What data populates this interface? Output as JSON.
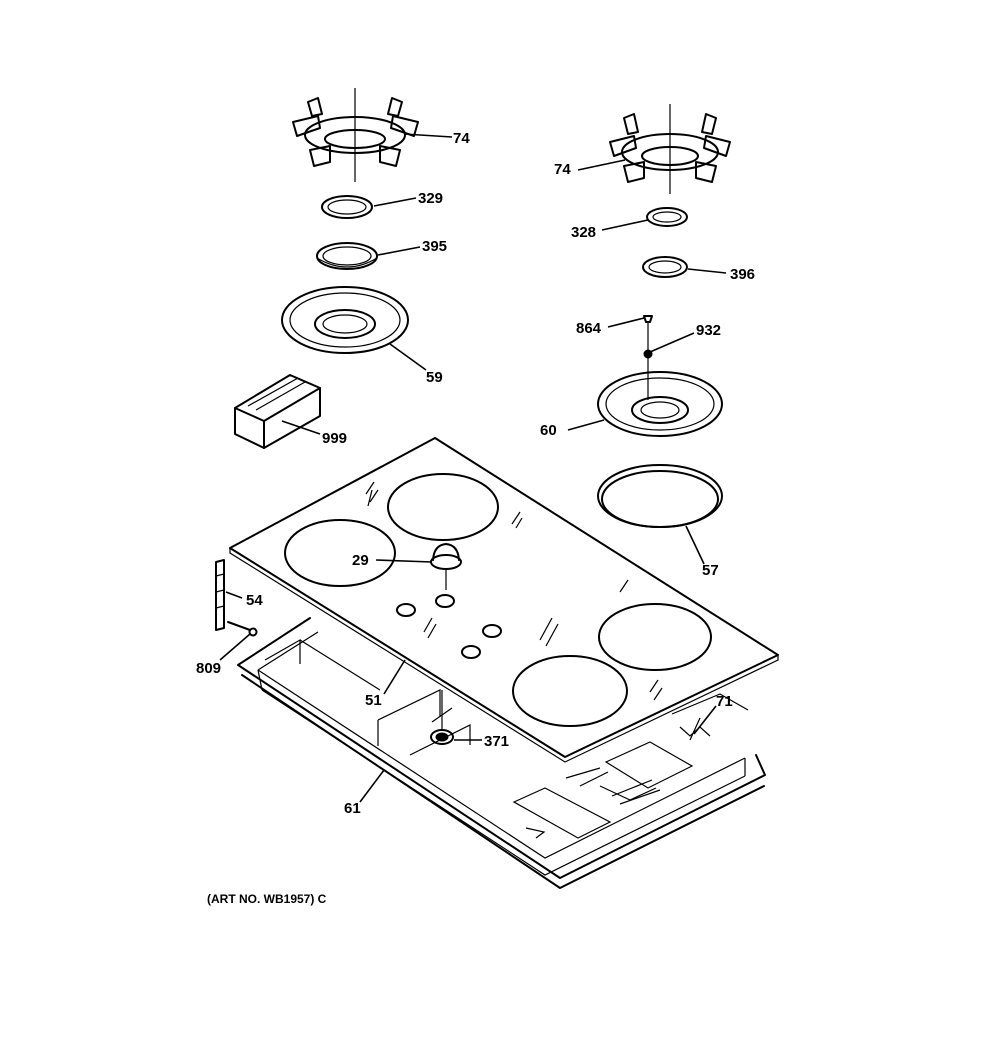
{
  "diagram": {
    "art_caption": "(ART NO. WB1957) C",
    "parts": [
      {
        "id": "74",
        "name": "left-grate"
      },
      {
        "id": "329",
        "name": "left-burner-cap-small"
      },
      {
        "id": "395",
        "name": "left-burner-ring"
      },
      {
        "id": "59",
        "name": "left-burner-bowl"
      },
      {
        "id": "999",
        "name": "ignition-module"
      },
      {
        "id": "74",
        "name": "right-grate"
      },
      {
        "id": "328",
        "name": "right-burner-cap"
      },
      {
        "id": "396",
        "name": "right-burner-ring"
      },
      {
        "id": "864",
        "name": "screw"
      },
      {
        "id": "932",
        "name": "washer"
      },
      {
        "id": "60",
        "name": "right-burner-bowl"
      },
      {
        "id": "57",
        "name": "gasket-ring"
      },
      {
        "id": "29",
        "name": "knob"
      },
      {
        "id": "54",
        "name": "bracket"
      },
      {
        "id": "809",
        "name": "bracket-screw"
      },
      {
        "id": "51",
        "name": "glass-cooktop"
      },
      {
        "id": "371",
        "name": "valve-orifice"
      },
      {
        "id": "71",
        "name": "spring-clip"
      },
      {
        "id": "61",
        "name": "base-pan"
      }
    ]
  }
}
